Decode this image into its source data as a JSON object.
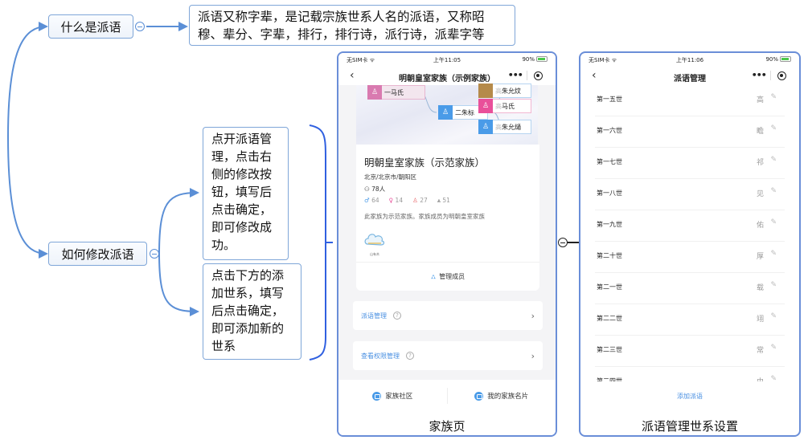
{
  "mindmap": {
    "topic_what": "什么是派语",
    "definition": "派语又称字辈，是记载宗族世系人名的派语，又称昭穆、辈分、字辈，排行，排行诗，派行诗，派辈字等",
    "definition_line1": "派语又称字辈，是记载宗族世系人名的派语，又称昭",
    "definition_line2": "穆、辈分、字辈，排行，排行诗，派行诗，派辈字等",
    "topic_how": "如何修改派语",
    "step_edit": "点开派语管理，点击右侧的修改按钮，填写后点击确定，即可修改成功。",
    "step_add": "点击下方的添加世系，填写后点击确定，即可添加新的世系",
    "line_color": "#5b8fd6",
    "bracket_color": "#3060e0"
  },
  "family_page": {
    "caption": "家族页",
    "status": {
      "carrier": "无SIM卡 ᯤ",
      "time": "上午11:05",
      "battery": "90%"
    },
    "nav_title": "明朝皇室家族（示例家族）",
    "tree": {
      "nodes": [
        {
          "name": "一马氏",
          "color": "#d97ab0"
        },
        {
          "name": "二朱标",
          "color": "#4a9be8"
        },
        {
          "prefix": "高",
          "name": "朱允炆",
          "color": "#b58a4a"
        },
        {
          "prefix": "高",
          "name": "马氏",
          "color": "#e9509a"
        },
        {
          "prefix": "高",
          "name": "朱允熥",
          "color": "#4a9be8"
        }
      ]
    },
    "card": {
      "title": "明朝皇室家族（示范家族）",
      "location": "北京/北京市/朝阳区",
      "member_count": "78人",
      "stats": {
        "male": "64",
        "female": "14",
        "living": "27",
        "deceased": "51"
      },
      "description": "此家族为示范家族。家族成员为明朝皇室家族",
      "logo_text": "山有木",
      "manage_label": "管理成员"
    },
    "menu": [
      {
        "label": "派语管理"
      },
      {
        "label": "查看权限管理"
      }
    ],
    "tabs": [
      {
        "label": "家族社区"
      },
      {
        "label": "我的家族名片"
      }
    ]
  },
  "paiyu_page": {
    "caption": "派语管理世系设置",
    "status": {
      "carrier": "无SIM卡 ᯤ",
      "time": "上午11:06",
      "battery": "90%"
    },
    "nav_title": "派语管理",
    "generations": [
      {
        "label": "第一五世",
        "char": "高"
      },
      {
        "label": "第一六世",
        "char": "瞻"
      },
      {
        "label": "第一七世",
        "char": "祁"
      },
      {
        "label": "第一八世",
        "char": "见"
      },
      {
        "label": "第一九世",
        "char": "佑"
      },
      {
        "label": "第二十世",
        "char": "厚"
      },
      {
        "label": "第二一世",
        "char": "载"
      },
      {
        "label": "第二二世",
        "char": "翊"
      },
      {
        "label": "第二三世",
        "char": "常"
      },
      {
        "label": "第二四世",
        "char": "由"
      }
    ],
    "add_label": "添加派语"
  }
}
